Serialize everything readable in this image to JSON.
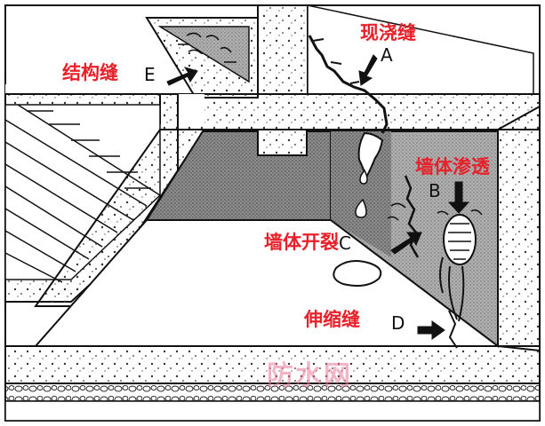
{
  "labels": {
    "a": {
      "text": "现浇缝",
      "letter": "A"
    },
    "b": {
      "text": "墙体渗透",
      "letter": "B"
    },
    "c": {
      "text": "墙体开裂",
      "letter": "C"
    },
    "d": {
      "text": "伸缩缝",
      "letter": "D"
    },
    "e": {
      "text": "结构缝",
      "letter": "E"
    }
  },
  "watermark": "防水网",
  "colors": {
    "label_red": "#e8202a",
    "line": "#111111",
    "concrete_dark": "#8a8a8a",
    "concrete_mid": "#b5b5b5",
    "floor_light": "#ffffff"
  }
}
